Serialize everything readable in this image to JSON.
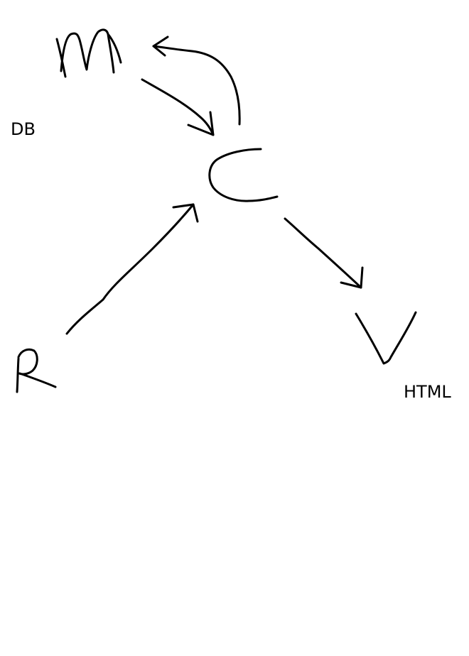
{
  "diagram": {
    "nodes": [
      {
        "id": "model",
        "letter": "M",
        "note": "DB"
      },
      {
        "id": "controller",
        "letter": "C",
        "note": ""
      },
      {
        "id": "request",
        "letter": "R",
        "note": ""
      },
      {
        "id": "view",
        "letter": "V",
        "note": "HTML"
      }
    ],
    "edges": [
      {
        "from": "model",
        "to": "controller"
      },
      {
        "from": "controller",
        "to": "model"
      },
      {
        "from": "request",
        "to": "controller"
      },
      {
        "from": "controller",
        "to": "view"
      }
    ]
  },
  "colors": {
    "ink": "#000000",
    "background": "#ffffff"
  }
}
